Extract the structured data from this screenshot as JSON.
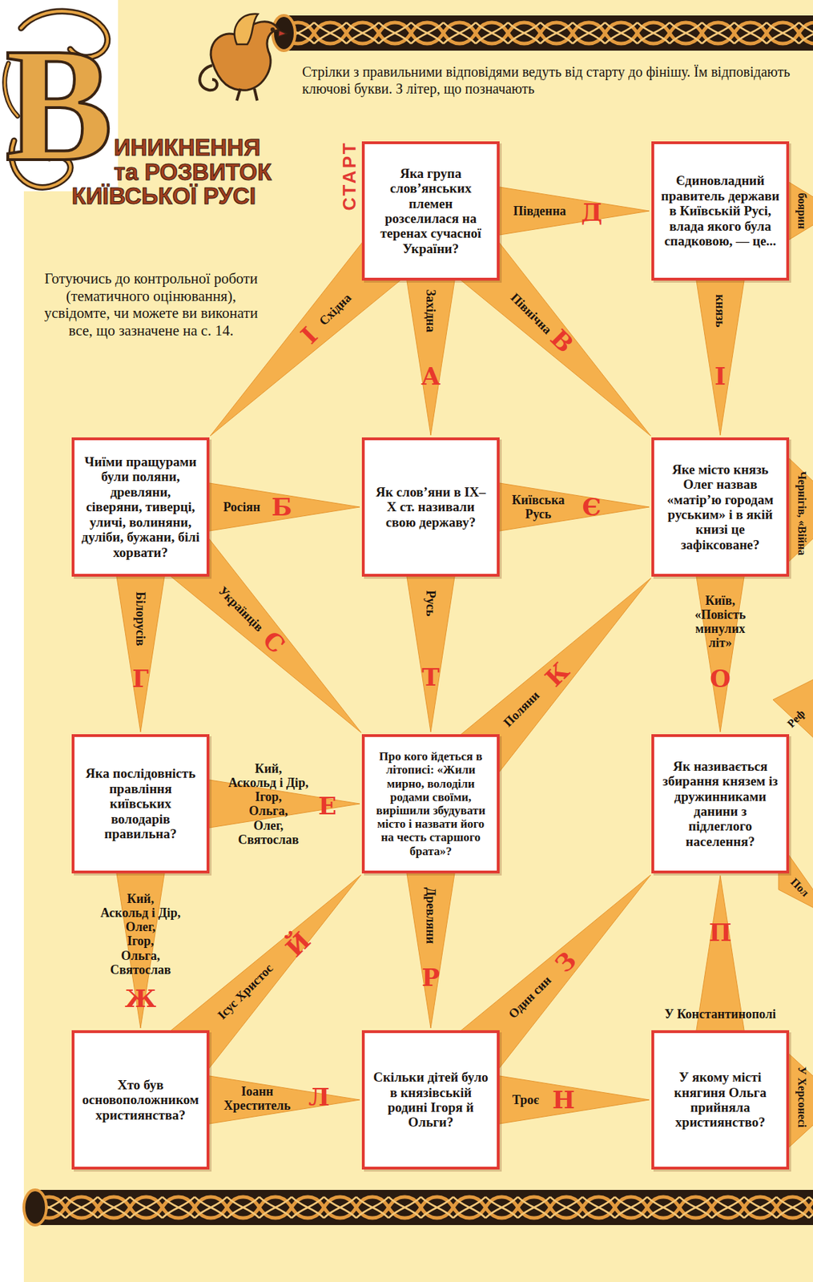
{
  "diagram": {
    "title": "ИНИКНЕННЯ та РОЗВИТОК КИЇВСЬКОЇ РУСІ",
    "nodes": [
      {
        "text": [
          "Яка група слов’янських племен розселилася на теренах сучасної України?"
        ]
      },
      {
        "text": [
          "Єдиновладний правитель держави в Київській Русі, влада якого була спадковою, — це..."
        ]
      },
      {
        "text": [
          "Чиїми пращурами були поляни, древляни, сіверяни, тиверці, уличі, волиняни, дуліби, бужани, білі хорвати?"
        ]
      },
      {
        "text": [
          "Як слов’яни в IX–X ст. називали свою державу?"
        ]
      },
      {
        "text": [
          "Яке місто князь Олег назвав «матір’ю городам руським» і в якій книзі це зафіксоване?"
        ]
      },
      {
        "text": [
          "Яка послідовність правління київських володарів правильна?"
        ]
      },
      {
        "text": [
          "Про кого йдеться в літописі: «Жили мирно, володіли родами своїми, вирішили збудувати місто і назвати його на честь старшого брата»?"
        ]
      },
      {
        "text": [
          "Як називається збирання князем із дружинниками данини з підлеглого населення?"
        ]
      },
      {
        "text": [
          "Хто був основоположником християнства?"
        ]
      },
      {
        "text": [
          "Скільки дітей було в князівській родині Ігоря й Ольги?"
        ]
      },
      {
        "text": [
          "У якому місті княгиня Ольга прийняла християнство?"
        ]
      }
    ],
    "edges": [
      {
        "from": 0,
        "to": 1,
        "arrow": "to",
        "label": "Південна"
      },
      {
        "from": 0,
        "to": 2,
        "arrow": "to",
        "label": "Східна"
      },
      {
        "from": 0,
        "to": 3,
        "arrow": "to",
        "label": "Західна"
      },
      {
        "from": 0,
        "to": 4,
        "arrow": "to",
        "label": "Північна"
      },
      {
        "from": 1,
        "to": 4,
        "arrow": "to",
        "label": "князь"
      },
      {
        "from": 2,
        "to": 3,
        "arrow": "to",
        "label": "Росіян"
      },
      {
        "from": 2,
        "to": 5,
        "arrow": "to",
        "label": "Білорусів"
      },
      {
        "from": 2,
        "to": 6,
        "arrow": "to",
        "label": "Українців"
      },
      {
        "from": 3,
        "to": 4,
        "arrow": "to",
        "label": "Київська Русь"
      },
      {
        "from": 3,
        "to": 6,
        "arrow": "to",
        "label": "Русь"
      },
      {
        "from": 4,
        "to": 7,
        "arrow": "to",
        "label": "Київ, «Повість минулих літ»"
      },
      {
        "from": 5,
        "to": 6,
        "arrow": "to",
        "label": "Кий, Аскольд і Дір, Ігор, Ольга, Олег, Святослав"
      },
      {
        "from": 5,
        "to": 8,
        "arrow": "to",
        "label": "Кий, Аскольд і Дір, Олег, Ігор, Ольга, Святослав"
      },
      {
        "from": 6,
        "to": 9,
        "arrow": "to",
        "label": "Древляни"
      },
      {
        "from": 6,
        "to": 4,
        "arrow": "to",
        "label": "Поляни"
      },
      {
        "from": 8,
        "to": 6,
        "arrow": "to",
        "label": "Ісус Христос"
      },
      {
        "from": 8,
        "to": 9,
        "arrow": "to",
        "label": "Іоанн Хреститель"
      },
      {
        "from": 9,
        "to": 7,
        "arrow": "to",
        "label": "Один син"
      },
      {
        "from": 9,
        "to": 10,
        "arrow": "to",
        "label": "Троє"
      },
      {
        "from": 10,
        "to": 7,
        "arrow": "to",
        "label": "У Константинополі"
      }
    ],
    "labels": [
      "Стрілки з правильними відповідями ведуть від старту до фінішу. Їм відповідають ключові букви. З літер, що позначають",
      "Готуючись до контрольної роботи (тематичного оцінювання), усвідомте, чи можете ви виконати все, що зазначене на с. 14.",
      "В",
      "СТАРТ",
      "боярин",
      "Чернігів, «Війна",
      "Реф",
      "Пол",
      "У Херсонесі",
      "Д",
      "І",
      "А",
      "В",
      "І",
      "Б",
      "Г",
      "С",
      "Є",
      "Т",
      "О",
      "Е",
      "Ж",
      "Р",
      "К",
      "Й",
      "Л",
      "З",
      "Н",
      "П"
    ]
  }
}
